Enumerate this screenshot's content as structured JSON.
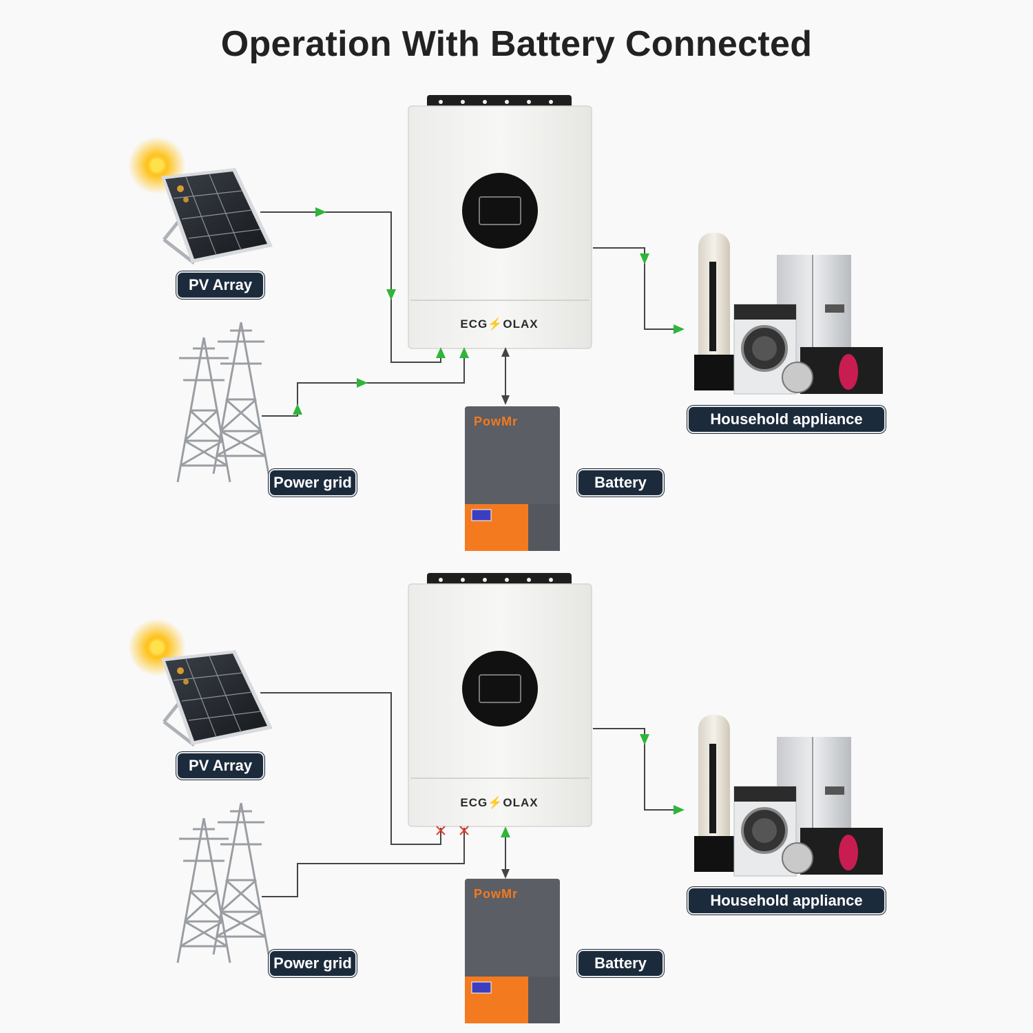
{
  "title": "Operation With Battery Connected",
  "colors": {
    "flow_arrow": "#2fb53a",
    "fault_mark": "#e0392b",
    "label_bg": "#1c2b3c",
    "battery_orange": "#f47a20",
    "battery_gray": "#5b5e64"
  },
  "scenarios": [
    {
      "pv_label": "PV Array",
      "grid_label": "Power grid",
      "battery_label": "Battery",
      "load_label": "Household appliance",
      "inverter_brand": "ECG⚡OLAX",
      "battery_brand": "PowMr",
      "grid_connected": true,
      "pv_connected": true
    },
    {
      "pv_label": "PV Array",
      "grid_label": "Power grid",
      "battery_label": "Battery",
      "load_label": "Household appliance",
      "inverter_brand": "ECG⚡OLAX",
      "battery_brand": "PowMr",
      "grid_connected": false,
      "pv_connected": false
    }
  ]
}
